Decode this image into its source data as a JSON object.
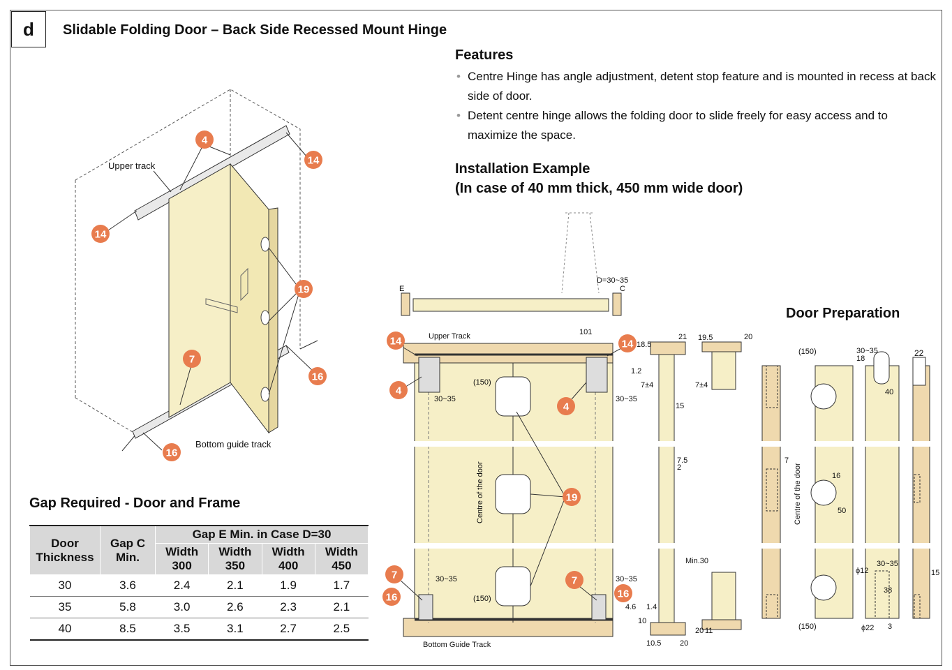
{
  "section_letter": "d",
  "title": "Slidable Folding Door – Back Side Recessed Mount Hinge",
  "features": {
    "heading": "Features",
    "items": [
      "Centre Hinge has angle adjustment, detent stop feature and is mounted in recess at back side of door.",
      "Detent centre hinge allows the folding door to slide freely for easy access and to maximize the space."
    ]
  },
  "installation": {
    "heading_line1": "Installation Example",
    "heading_line2": "(In case of 40 mm thick, 450 mm wide door)"
  },
  "door_preparation_heading": "Door Preparation",
  "iso_labels": {
    "upper_track": "Upper track",
    "bottom_guide_track": "Bottom guide track"
  },
  "callouts": {
    "c4": "4",
    "c7": "7",
    "c14": "14",
    "c16": "16",
    "c19": "19"
  },
  "install_labels": {
    "upper_track": "Upper Track",
    "bottom_guide_track": "Bottom Guide Track",
    "centre_of_door": "Centre of the door",
    "d_range": "D=30~35",
    "e": "E",
    "c": "C",
    "w101": "101",
    "d30_35": "30~35",
    "d150": "(150)",
    "d21": "21",
    "d18_5": "18.5",
    "d1_2": "1.2",
    "d7pm4": "7±4",
    "d15": "15",
    "d19_5": "19.5",
    "d20": "20",
    "d7_5": "7.5",
    "d2": "2",
    "min30": "Min.30",
    "d4_6": "4.6",
    "d1_4": "1.4",
    "d10": "10",
    "d10_5": "10.5",
    "d11": "11"
  },
  "prep_labels": {
    "d150": "(150)",
    "d30_35": "30~35",
    "d18": "18",
    "d22": "22",
    "d40": "40",
    "d7": "7",
    "d16": "16",
    "d50": "50",
    "phi12": "ϕ12",
    "phi22": "ϕ22",
    "d38": "38",
    "d3": "3",
    "d15": "15",
    "centre_of_door": "Centre of the door"
  },
  "gap_table": {
    "heading": "Gap Required - Door and Frame",
    "col_door": "Door Thickness",
    "col_gap_c": "Gap C Min.",
    "group_header": "Gap E Min. in Case D=30",
    "widths": [
      "Width 300",
      "Width 350",
      "Width 400",
      "Width 450"
    ],
    "rows": [
      [
        "30",
        "3.6",
        "2.4",
        "2.1",
        "1.9",
        "1.7"
      ],
      [
        "35",
        "5.8",
        "3.0",
        "2.6",
        "2.3",
        "2.1"
      ],
      [
        "40",
        "8.5",
        "3.5",
        "3.1",
        "2.7",
        "2.5"
      ]
    ]
  },
  "colors": {
    "door_fill": "#f6efc7",
    "frame_fill": "#efd9ae",
    "callout": "#e87c4e",
    "table_header": "#d8d8d8"
  }
}
